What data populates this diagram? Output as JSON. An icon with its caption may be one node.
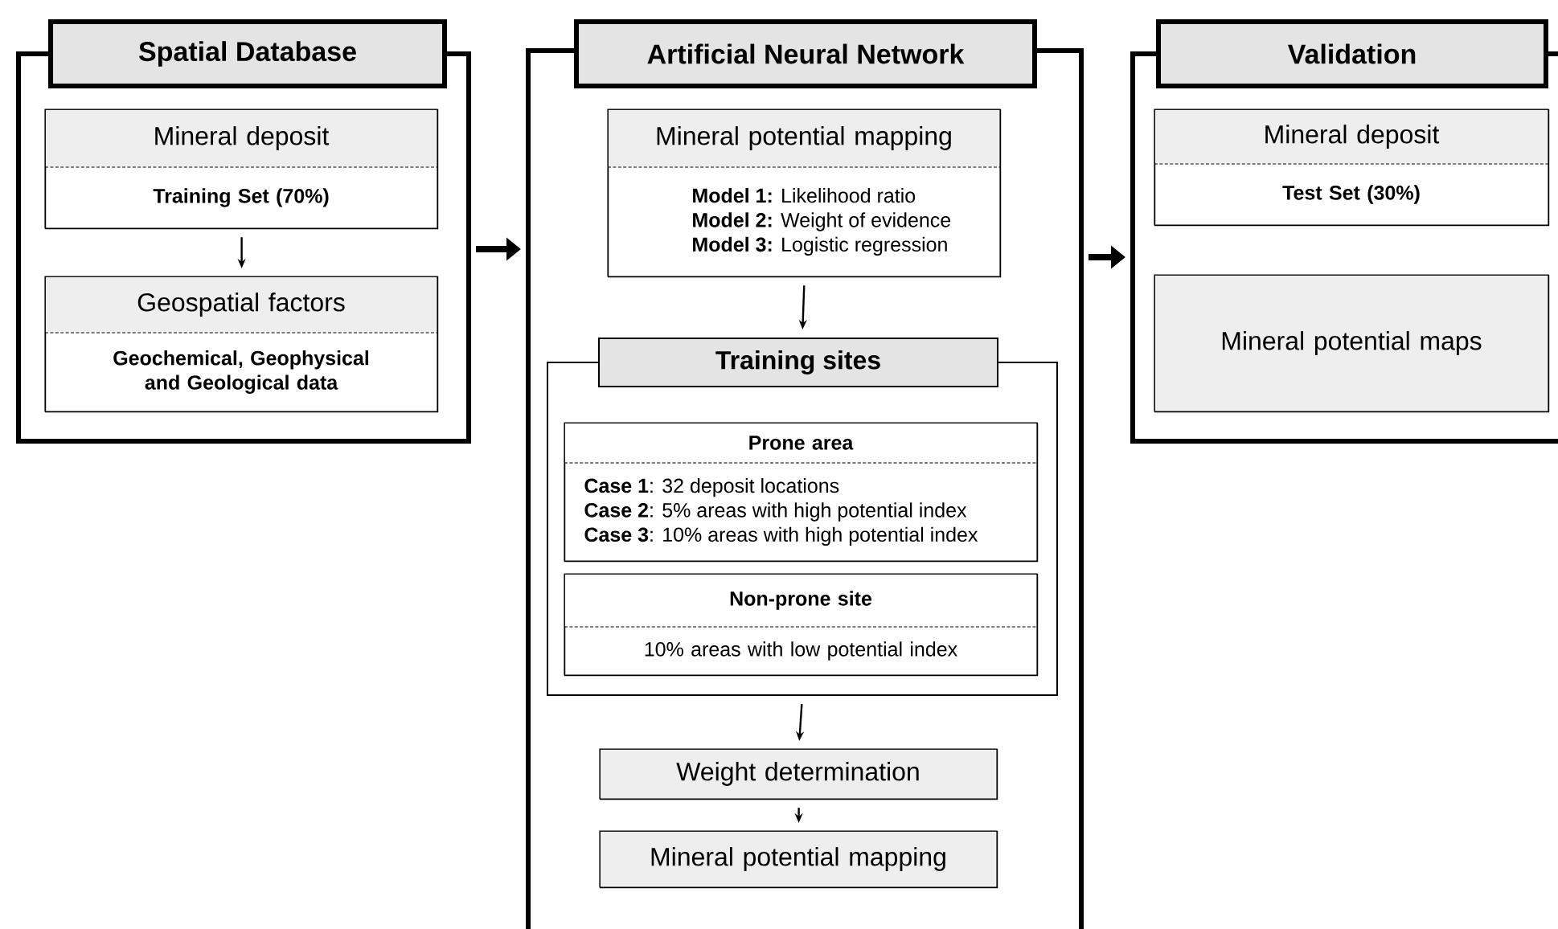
{
  "diagram": {
    "nodes": [
      {
        "text": [
          "Spatial Database"
        ]
      },
      {
        "text": [
          "Mineral deposit",
          "Training Set (70%)"
        ],
        "in": 0
      },
      {
        "text": [
          "Geospatial factors",
          "Geochemical, Geophysical and Geological data"
        ],
        "in": 0
      },
      {
        "text": [
          "Artificial Neural Network"
        ]
      },
      {
        "text": [
          "Mineral potential mapping",
          "**Model 1:** Likelihood ratio",
          "**Model 2:** Weight of evidence",
          "**Model 3:** Logistic regression"
        ],
        "in": 3
      },
      {
        "text": [
          "Training sites"
        ],
        "in": 3
      },
      {
        "text": [
          "Prone area",
          "**Case 1**: 32 deposit locations",
          "**Case 2**: 5% areas with high potential index",
          "**Case 3**: 10% areas with high potential index"
        ],
        "in": 5
      },
      {
        "text": [
          "Non-prone site",
          "10% areas with low potential index"
        ],
        "in": 5
      },
      {
        "text": [
          "Weight determination"
        ],
        "in": 3
      },
      {
        "text": [
          "Mineral potential mapping"
        ],
        "in": 3
      },
      {
        "text": [
          "Validation"
        ]
      },
      {
        "text": [
          "Mineral deposit",
          "Test Set (30%)"
        ],
        "in": 10
      },
      {
        "text": [
          "Mineral potential maps"
        ],
        "in": 10
      }
    ],
    "edges": [
      {
        "from": 1,
        "to": 2,
        "arrow": "to"
      },
      {
        "from": 0,
        "to": 3,
        "arrow": "to",
        "style": "thick"
      },
      {
        "from": 4,
        "to": 5,
        "arrow": "to"
      },
      {
        "from": 5,
        "to": 8,
        "arrow": "to"
      },
      {
        "from": 8,
        "to": 9,
        "arrow": "to"
      },
      {
        "from": 3,
        "to": 10,
        "arrow": "to",
        "style": "thick"
      }
    ]
  }
}
